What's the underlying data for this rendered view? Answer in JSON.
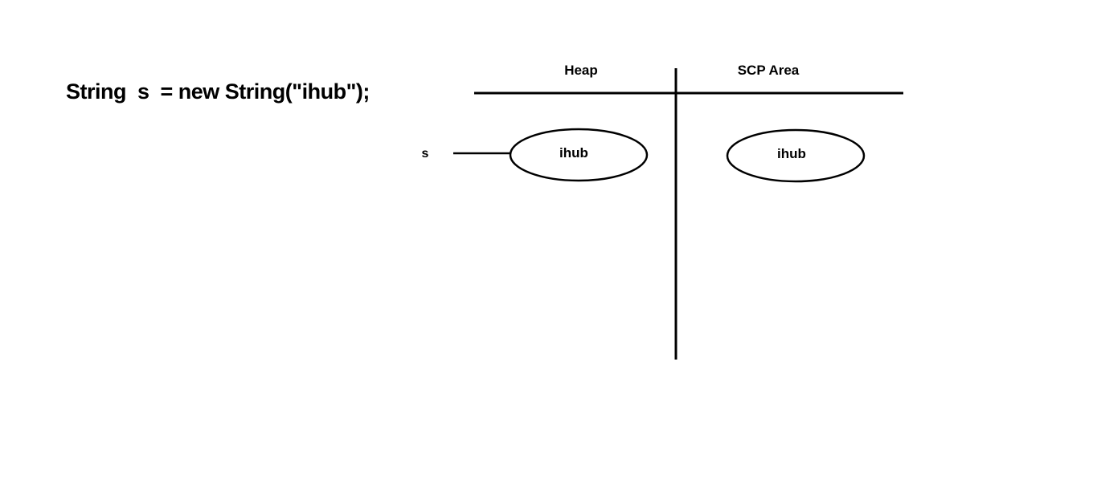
{
  "code_line": "String  s  = new String(\"ihub\");",
  "columns": {
    "heap_label": "Heap",
    "scp_label": "SCP Area"
  },
  "reference": {
    "variable": "s"
  },
  "objects": {
    "heap_object": "ihub",
    "scp_object": "ihub"
  }
}
